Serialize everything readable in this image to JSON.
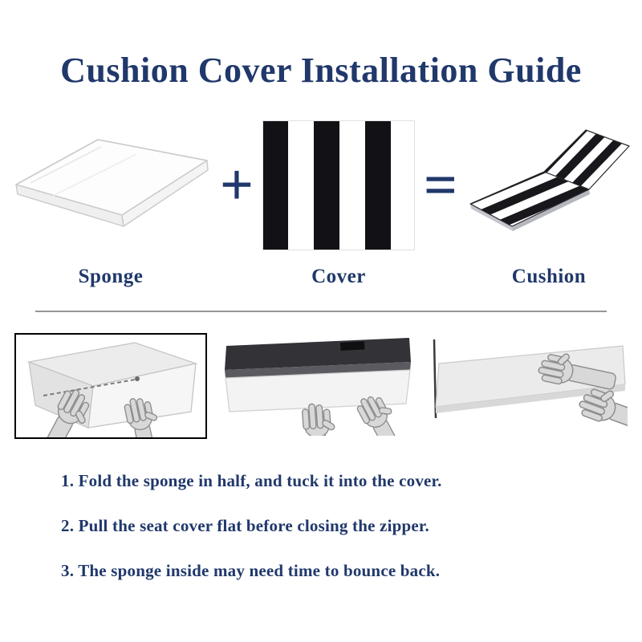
{
  "title": "Cushion Cover Installation Guide",
  "equation": {
    "plus": "+",
    "equals": "=",
    "items": [
      {
        "label": "Sponge"
      },
      {
        "label": "Cover"
      },
      {
        "label": "Cushion"
      }
    ]
  },
  "colors": {
    "accent": "#20386b",
    "stripe_dark": "#17171c",
    "divider_gray": "#979797"
  },
  "steps": [
    "1. Fold the sponge in half, and tuck it into the cover.",
    "2. Pull the seat cover flat before closing the zipper.",
    "3. The sponge inside may need time to bounce back."
  ]
}
